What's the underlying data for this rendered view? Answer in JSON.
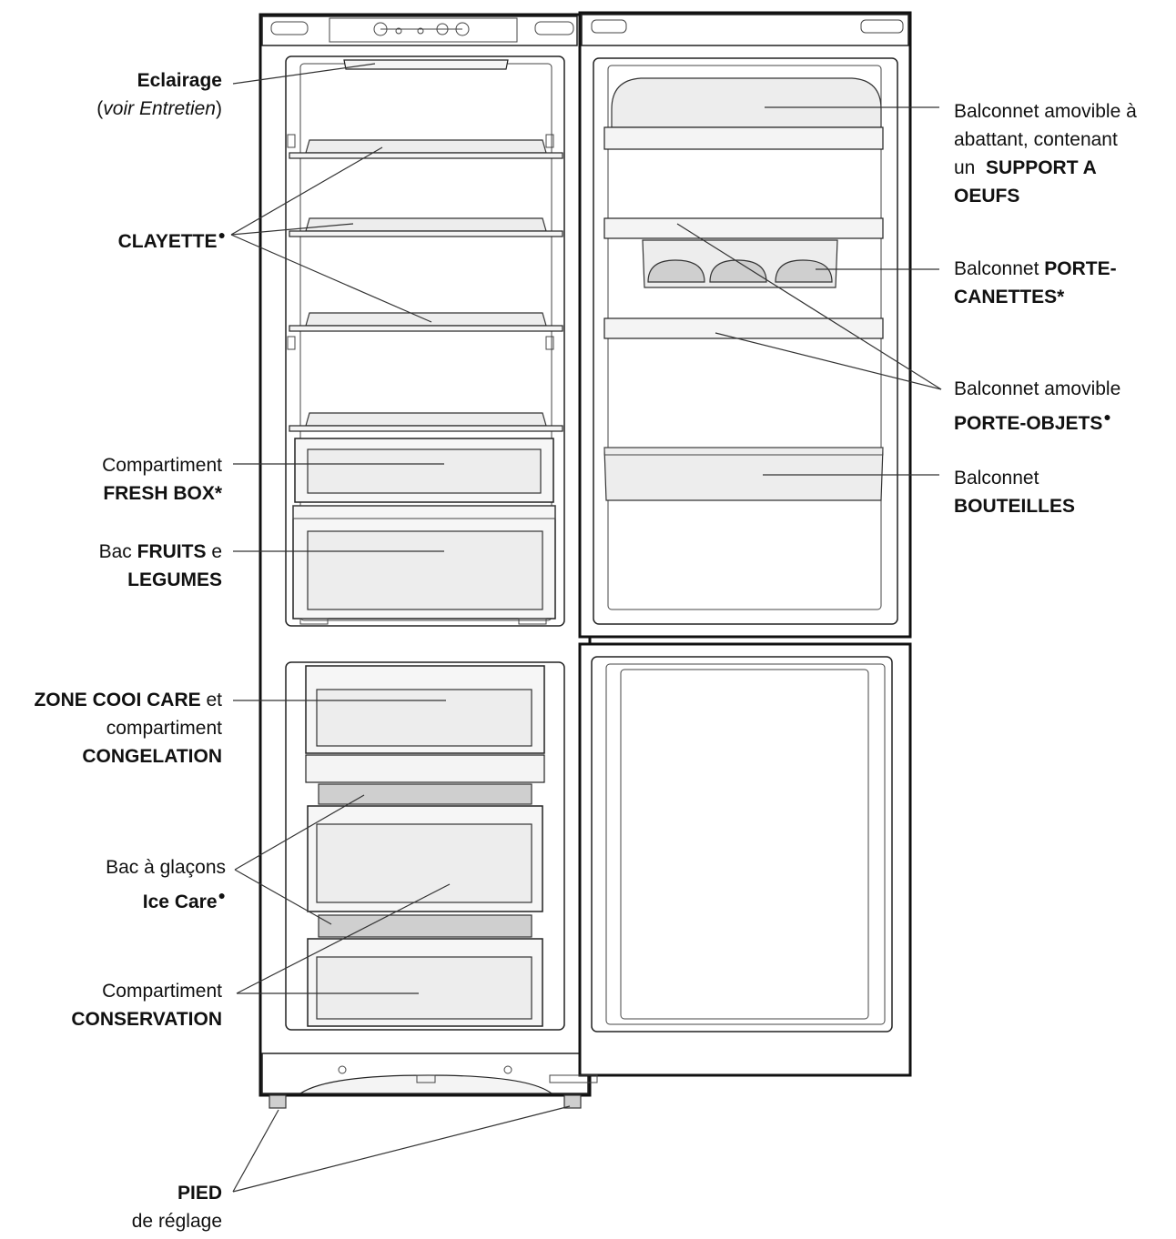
{
  "labels": {
    "eclairage": {
      "title": "Eclairage",
      "open_paren": "(",
      "note": "voir Entretien",
      "close_paren": ")"
    },
    "clayette": {
      "title": "CLAYETTE",
      "mark": "●"
    },
    "fresh_box": {
      "line1": "Compartiment",
      "line2": "FRESH BOX*"
    },
    "fruits": {
      "prefix": "Bac",
      "bold1": "FRUITS",
      "suffix": "e",
      "bold2": "LEGUMES"
    },
    "zone": {
      "bold": "ZONE COOI CARE",
      "suffix": "et",
      "line2": "compartiment",
      "line3": "CONGELATION"
    },
    "ice": {
      "line1": "Bac à glaçons",
      "line2": "Ice Care",
      "mark": "●"
    },
    "conservation": {
      "line1": "Compartiment",
      "line2": "CONSERVATION"
    },
    "pied": {
      "line1": "PIED",
      "line2": "de réglage"
    },
    "support": {
      "line1": "Balconnet amovible à",
      "line2": "abattant, contenant",
      "line3_prefix": "un",
      "line3_bold": "SUPPORT A",
      "line4": "OEUFS"
    },
    "canettes": {
      "prefix": "Balconnet",
      "bold1": "PORTE-",
      "line2": "CANETTES*"
    },
    "objets": {
      "line1": "Balconnet amovible",
      "line2": "PORTE-OBJETS",
      "mark": "●"
    },
    "bouteilles": {
      "line1": "Balconnet",
      "line2": "BOUTEILLES"
    }
  }
}
